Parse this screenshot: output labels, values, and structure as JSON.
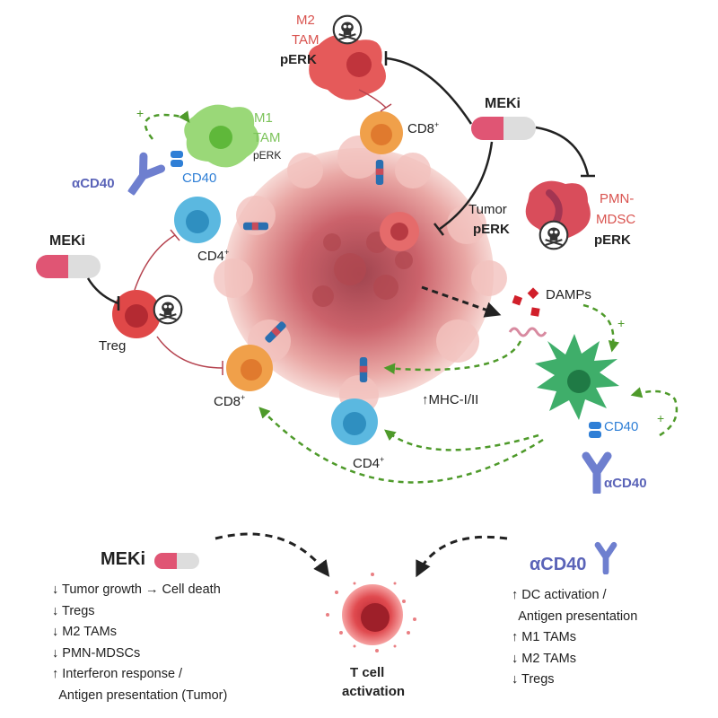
{
  "m2": {
    "line1": "M2",
    "line2": "TAM",
    "perk": "pERK"
  },
  "m1": {
    "line1": "M1",
    "line2": "TAM",
    "perk": "pERK"
  },
  "cd8_top": "CD8",
  "meki_right": "MEKi",
  "meki_left": "MEKi",
  "cd40_top": "CD40",
  "acd40_left": "αCD40",
  "tumor": {
    "line1": "Tumor",
    "perk": "pERK"
  },
  "pmn": {
    "line1": "PMN-",
    "line2": "MDSC",
    "perk": "pERK"
  },
  "cd4_mid": "CD4",
  "treg": "Treg",
  "damps": "DAMPs",
  "cd8_bottom": "CD8",
  "mhc": "↑MHC-I/II",
  "cd40_dc": "CD40",
  "cd4_bottom": "CD4",
  "acd40_right": "αCD40",
  "sup_plus": "+",
  "plus_signs": [
    "+",
    "+",
    "+"
  ],
  "summary": {
    "meki_title": "MEKi",
    "meki_items": [
      "↓ Tumor growth → Cell death",
      "↓ Tregs",
      "↓ M2 TAMs",
      "↓ PMN-MDSCs",
      "↑ Interferon response /",
      "  Antigen presentation (Tumor)"
    ],
    "acd40_title": "αCD40",
    "acd40_items": [
      "↑ DC activation /",
      "  Antigen presentation",
      "↑ M1 TAMs",
      "↓ M2 TAMs",
      "↓ Tregs"
    ],
    "tcell": {
      "line1": "T cell",
      "line2": "activation"
    }
  },
  "colors": {
    "tumor": "#e06a6a",
    "m2": "#e55050",
    "m1": "#8fd66a",
    "cd8": "#f0a04a",
    "cd4": "#5bb8e0",
    "dc": "#3fae6a",
    "pmn": "#d94d5b",
    "pill_red": "#e05574",
    "antibody": "#6e7fcf",
    "arrow_green": "#4e9a2a"
  }
}
